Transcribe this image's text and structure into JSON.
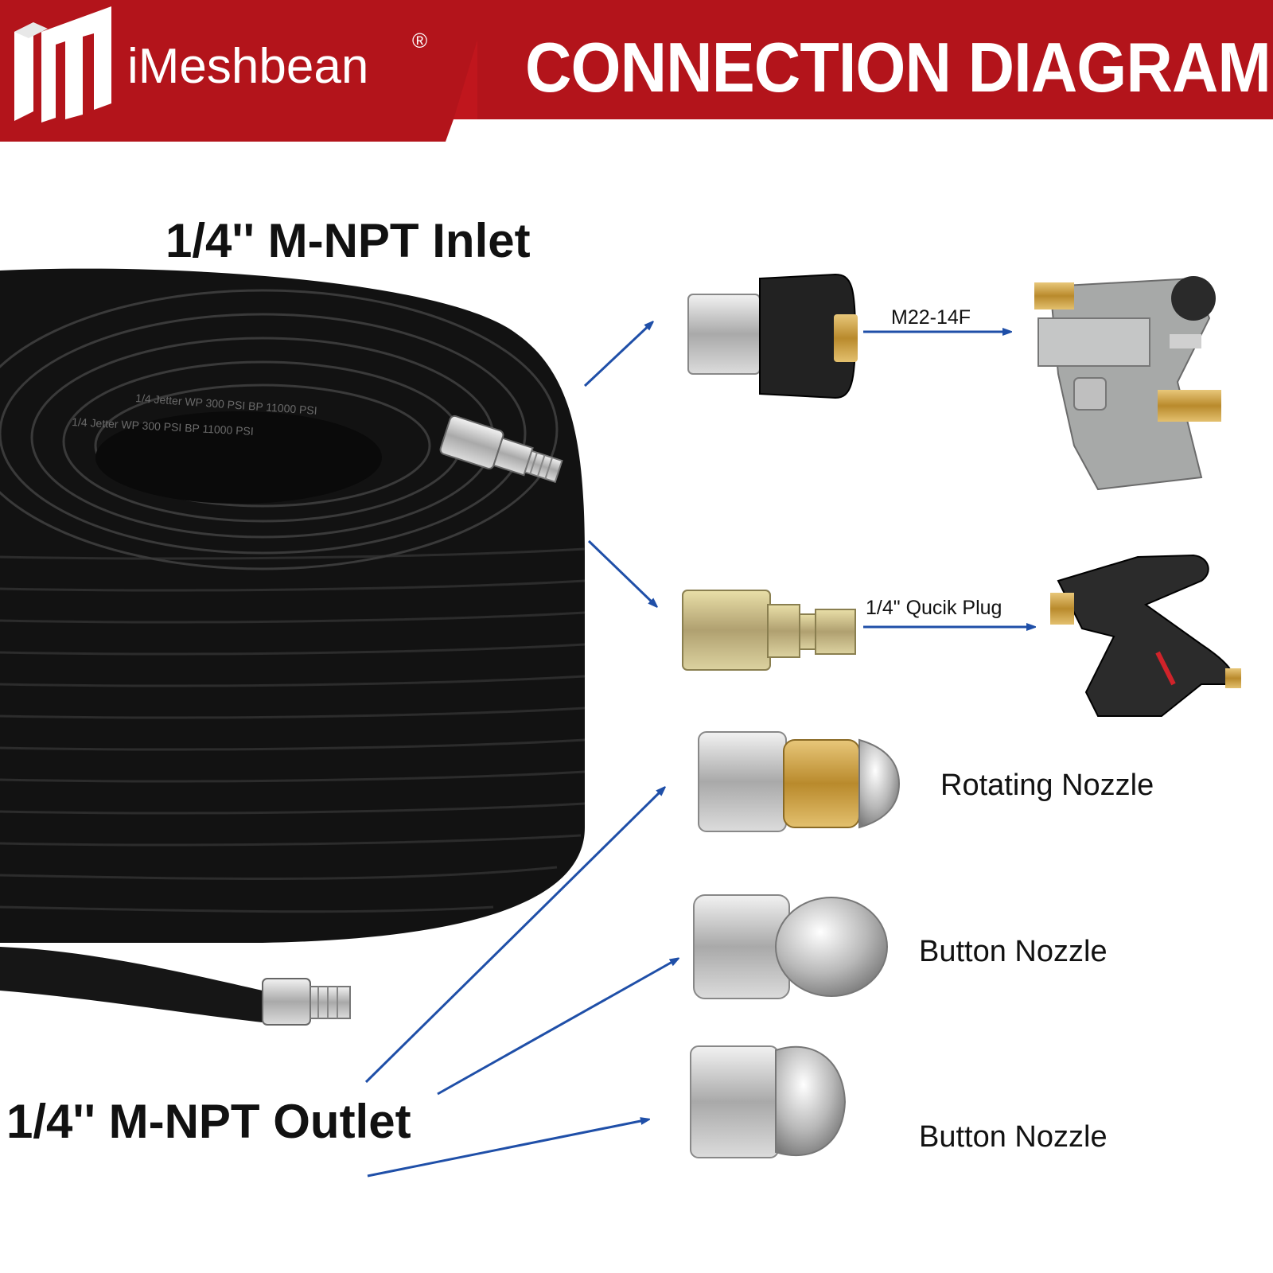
{
  "brand": {
    "name": "iMeshbean",
    "reg": "®"
  },
  "banner": {
    "title": "CONNECTION DIAGRAM"
  },
  "labels": {
    "inlet": "1/4'' M-NPT Inlet",
    "outlet": "1/4'' M-NPT Outlet",
    "m22": "M22-14F",
    "quick_plug": "1/4\" Qucik Plug",
    "rotating_nozzle": "Rotating Nozzle",
    "button_nozzle_1": "Button Nozzle",
    "button_nozzle_2": "Button Nozzle"
  },
  "colors": {
    "banner_red": "#b3141b",
    "arrow_blue": "#1f4fa8",
    "hose_black": "#111111"
  },
  "icons": [
    "imeshbean-logo-icon",
    "hose-reel-icon",
    "m22-adapter-icon",
    "pump-icon",
    "quick-plug-adapter-icon",
    "spray-gun-icon",
    "rotating-nozzle-icon",
    "button-nozzle-icon",
    "button-nozzle-icon"
  ]
}
